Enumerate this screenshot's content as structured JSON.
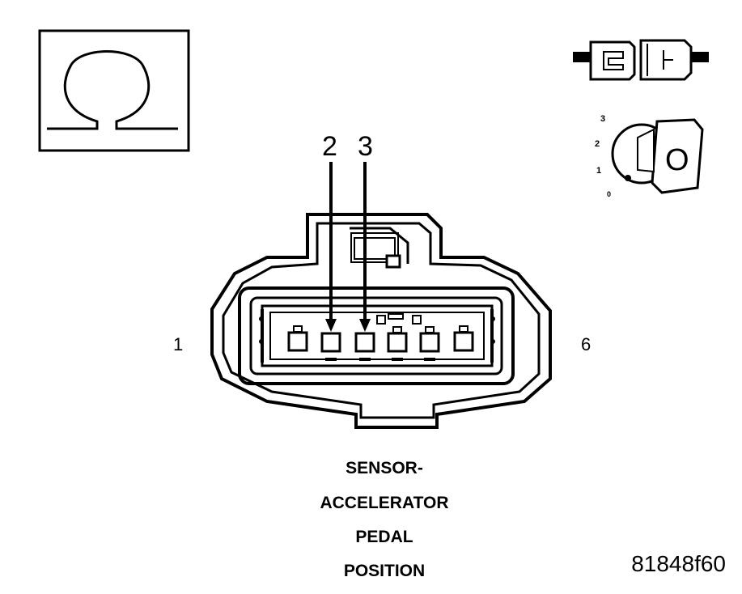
{
  "diagram": {
    "pin_labels": {
      "left": "1",
      "right": "6"
    },
    "callout_pins": [
      "2",
      "3"
    ],
    "title_lines": [
      "SENSOR-",
      "ACCELERATOR",
      "PEDAL",
      "POSITION"
    ],
    "key_positions": [
      "3",
      "2",
      "1",
      "0"
    ],
    "key_letter": "O",
    "figure_id": "81848f60",
    "icons": [
      "ohmmeter-symbol-icon",
      "disconnected-connector-icon",
      "ignition-key-off-icon"
    ],
    "connector": {
      "cavity_count": 6
    }
  }
}
